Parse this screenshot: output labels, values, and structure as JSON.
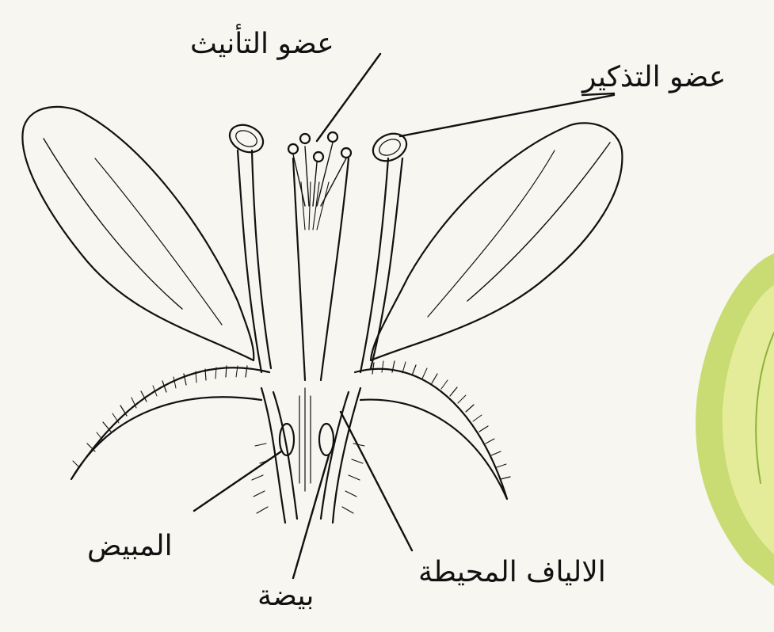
{
  "labels": {
    "pistil": "عضو التأنيث",
    "stamen": "عضو التذكير",
    "ovary": "المبيض",
    "ovule": "بيضة",
    "fibers": "الالياف المحيطة"
  },
  "colors": {
    "background": "#f7f6f1",
    "ink": "#111111",
    "leaf": "#b9d25a"
  }
}
